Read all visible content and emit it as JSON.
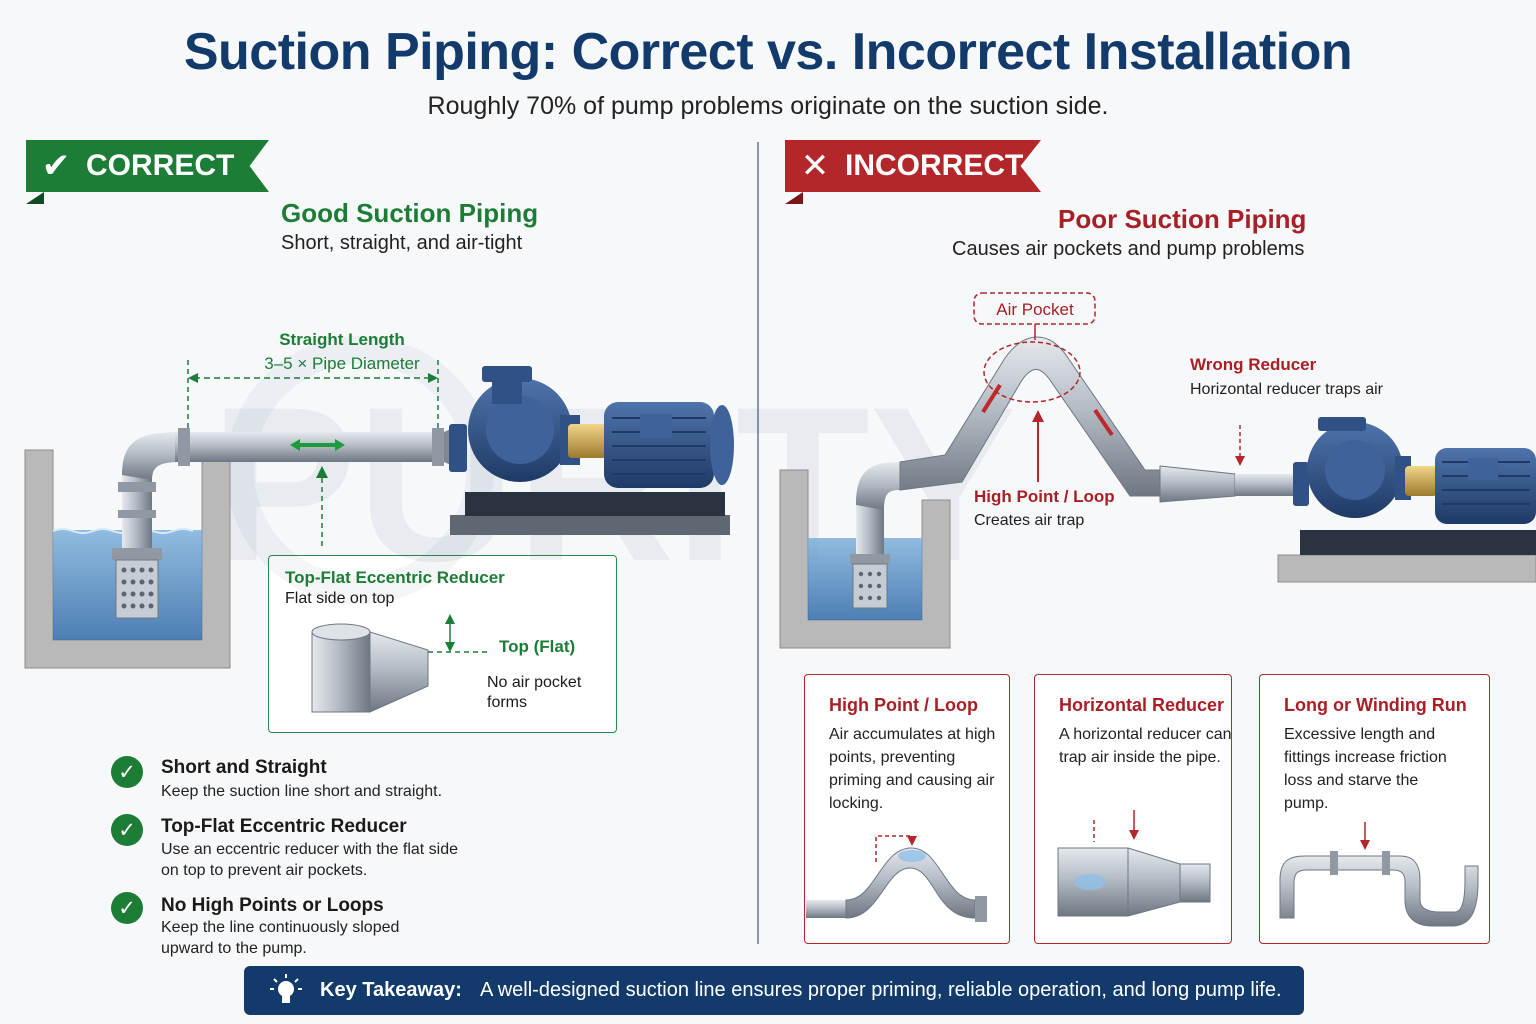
{
  "header": {
    "title": "Suction Piping: Correct vs. Incorrect Installation",
    "subtitle": "Roughly 70% of pump problems originate on the suction side."
  },
  "watermark": "PURITY",
  "correct": {
    "badge": "CORRECT",
    "badge_icon": "check-icon",
    "heading": "Good Suction Piping",
    "subheading": "Short, straight, and air-tight",
    "straight_length_title": "Straight Length",
    "straight_length_value": "3–5 × Pipe Diameter",
    "reducer_callout": {
      "title": "Top-Flat Eccentric Reducer",
      "subtitle": "Flat side on top",
      "top_label": "Top (Flat)",
      "note": "No air pocket forms"
    },
    "checklist": [
      {
        "title": "Short and Straight",
        "body": "Keep the suction line short and straight."
      },
      {
        "title": "Top-Flat Eccentric Reducer",
        "body": "Use an eccentric reducer with the flat side on top to prevent air pockets."
      },
      {
        "title": "No High Points or Loops",
        "body": "Keep the line continuously sloped upward to the pump."
      }
    ]
  },
  "incorrect": {
    "badge": "INCORRECT",
    "badge_icon": "x-icon",
    "heading": "Poor Suction Piping",
    "subheading": "Causes air pockets and pump problems",
    "air_pocket_label": "Air Pocket",
    "wrong_reducer_title": "Wrong Reducer",
    "wrong_reducer_body": "Horizontal reducer traps air",
    "high_point_title": "High Point / Loop",
    "high_point_body": "Creates air trap",
    "tips": [
      {
        "title": "High Point / Loop",
        "body": "Air accumulates at high points, preventing priming and causing air locking."
      },
      {
        "title": "Horizontal Reducer",
        "body": "A horizontal reducer can trap air inside the pipe."
      },
      {
        "title": "Long or Winding Run",
        "body": "Excessive length and fittings increase friction loss and starve the pump."
      }
    ]
  },
  "takeaway": {
    "label": "Key Takeaway:",
    "text": "A well-designed suction line ensures proper priming, reliable operation, and long pump life.",
    "icon": "lightbulb-icon"
  },
  "colors": {
    "navy": "#123a6b",
    "green": "#1d7d36",
    "red": "#b3262a",
    "water": "#3d78b3",
    "pipe": "#a9b1ba",
    "pump": "#2f5186",
    "concrete": "#b7b7b7"
  }
}
